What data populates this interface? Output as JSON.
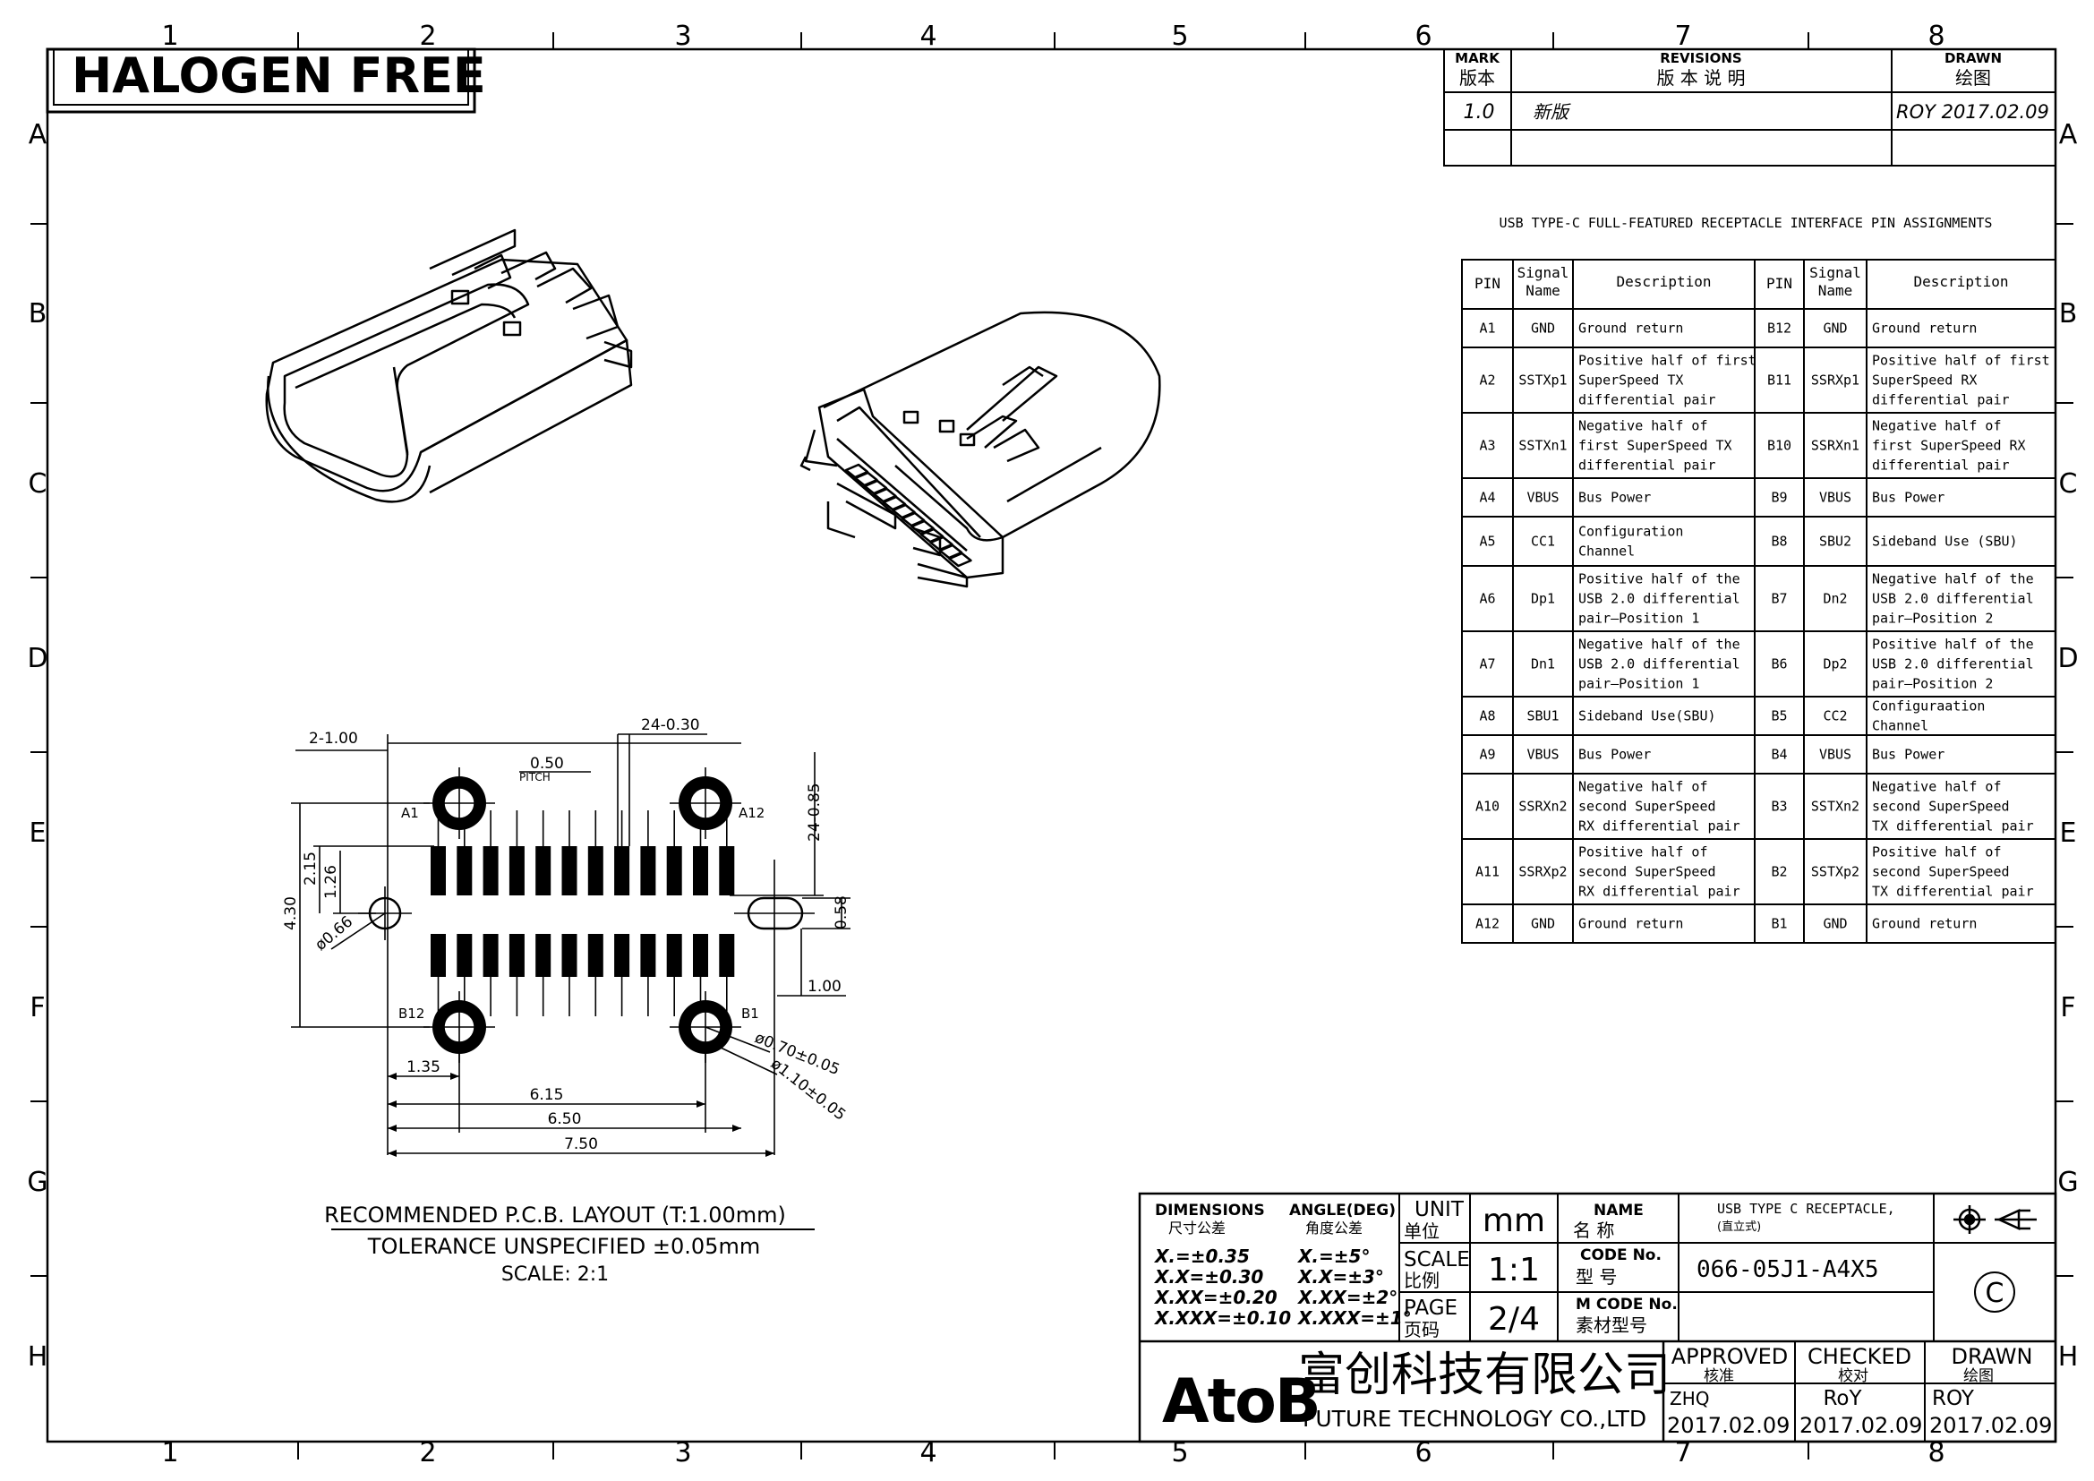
{
  "border": {
    "columns": [
      "1",
      "2",
      "3",
      "4",
      "5",
      "6",
      "7",
      "8"
    ],
    "rows": [
      "A",
      "B",
      "C",
      "D",
      "E",
      "F",
      "G",
      "H"
    ]
  },
  "halogen_label": "HALOGEN FREE",
  "revisions": {
    "mark_en": "MARK",
    "mark_cn": "版本",
    "rev_en": "REVISIONS",
    "rev_cn": "版  本  说  明",
    "drawn_en": "DRAWN",
    "drawn_cn": "绘图",
    "row_mark": "1.0",
    "row_desc": "新版",
    "row_drawn": "ROY  2017.02.09"
  },
  "pin_table": {
    "title": "USB TYPE-C FULL-FEATURED RECEPTACLE INTERFACE PIN ASSIGNMENTS",
    "headers": {
      "pin": "PIN",
      "signal": [
        "Signal",
        "Name"
      ],
      "desc": "Description"
    },
    "rows": [
      {
        "a_pin": "A1",
        "a_sig": "GND",
        "a_desc": [
          "Ground return"
        ],
        "b_pin": "B12",
        "b_sig": "GND",
        "b_desc": [
          "Ground return"
        ]
      },
      {
        "a_pin": "A2",
        "a_sig": "SSTXp1",
        "a_desc": [
          "Positive half of first",
          "SuperSpeed TX",
          "differential pair"
        ],
        "b_pin": "B11",
        "b_sig": "SSRXp1",
        "b_desc": [
          "Positive half of first",
          "SuperSpeed RX",
          "differential pair"
        ]
      },
      {
        "a_pin": "A3",
        "a_sig": "SSTXn1",
        "a_desc": [
          "Negative half of",
          "first SuperSpeed TX",
          "differential pair"
        ],
        "b_pin": "B10",
        "b_sig": "SSRXn1",
        "b_desc": [
          "Negative half of",
          "first SuperSpeed RX",
          "differential pair"
        ]
      },
      {
        "a_pin": "A4",
        "a_sig": "VBUS",
        "a_desc": [
          "Bus Power"
        ],
        "b_pin": "B9",
        "b_sig": "VBUS",
        "b_desc": [
          "Bus Power"
        ]
      },
      {
        "a_pin": "A5",
        "a_sig": "CC1",
        "a_desc": [
          "Configuration",
          "Channel"
        ],
        "b_pin": "B8",
        "b_sig": "SBU2",
        "b_desc": [
          "Sideband Use (SBU)"
        ]
      },
      {
        "a_pin": "A6",
        "a_sig": "Dp1",
        "a_desc": [
          "Positive half of the",
          "USB 2.0 differential",
          "pair—Position 1"
        ],
        "b_pin": "B7",
        "b_sig": "Dn2",
        "b_desc": [
          "Negative half of the",
          "USB 2.0 differential",
          "pair—Position 2"
        ]
      },
      {
        "a_pin": "A7",
        "a_sig": "Dn1",
        "a_desc": [
          "Negative half of the",
          "USB 2.0 differential",
          "pair—Position 1"
        ],
        "b_pin": "B6",
        "b_sig": "Dp2",
        "b_desc": [
          "Positive half of the",
          "USB 2.0 differential",
          "pair—Position 2"
        ]
      },
      {
        "a_pin": "A8",
        "a_sig": "SBU1",
        "a_desc": [
          "Sideband Use(SBU)"
        ],
        "b_pin": "B5",
        "b_sig": "CC2",
        "b_desc": [
          "Configuraation",
          "Channel"
        ]
      },
      {
        "a_pin": "A9",
        "a_sig": "VBUS",
        "a_desc": [
          "Bus Power"
        ],
        "b_pin": "B4",
        "b_sig": "VBUS",
        "b_desc": [
          "Bus Power"
        ]
      },
      {
        "a_pin": "A10",
        "a_sig": "SSRXn2",
        "a_desc": [
          "Negative half of",
          "second SuperSpeed",
          "RX differential pair"
        ],
        "b_pin": "B3",
        "b_sig": "SSTXn2",
        "b_desc": [
          "Negative half of",
          "second SuperSpeed",
          "TX differential pair"
        ]
      },
      {
        "a_pin": "A11",
        "a_sig": "SSRXp2",
        "a_desc": [
          "Positive half of",
          "second SuperSpeed",
          "RX differential pair"
        ],
        "b_pin": "B2",
        "b_sig": "SSTXp2",
        "b_desc": [
          "Positive half of",
          "second SuperSpeed",
          "TX differential pair"
        ]
      },
      {
        "a_pin": "A12",
        "a_sig": "GND",
        "a_desc": [
          "Ground return"
        ],
        "b_pin": "B1",
        "b_sig": "GND",
        "b_desc": [
          "Ground return"
        ]
      }
    ]
  },
  "layout": {
    "dim_2x100": "2-1.00",
    "dim_24x030": "24-0.30",
    "dim_pitch_val": "0.50",
    "dim_pitch_label": "PITCH",
    "dim_24x085": "24-0.85",
    "dim_215": "2.15",
    "dim_126": "1.26",
    "dim_430": "4.30",
    "dim_066": "ø0.66",
    "dim_058": "0.58",
    "dim_100": "1.00",
    "dim_135": "1.35",
    "dim_615": "6.15",
    "dim_650": "6.50",
    "dim_750": "7.50",
    "dim_070": "ø0.70±0.05",
    "dim_110": "ø1.10±0.05",
    "label_a1": "A1",
    "label_a12": "A12",
    "label_b12": "B12",
    "label_b1": "B1",
    "caption_title": "RECOMMENDED   P.C.B.  LAYOUT  (T:1.00mm)",
    "caption_tol": "TOLERANCE  UNSPECIFIED  ±0.05mm",
    "caption_scale": "SCALE:  2:1"
  },
  "title_block": {
    "dims_en": "DIMENSIONS",
    "dims_cn": "尺寸公差",
    "angle_en": "ANGLE(DEG)",
    "angle_cn": "角度公差",
    "tol": [
      "X.=±0.35",
      "X.X=±0.30",
      "X.XX=±0.20",
      "X.XXX=±0.10"
    ],
    "angles": [
      "X.=±5°",
      "X.X=±3°",
      "X.XX=±2°",
      "X.XXX=±1°"
    ],
    "unit_en": "UNIT",
    "unit_cn": "单位",
    "unit_val": "mm",
    "scale_en": "SCALE",
    "scale_cn": "比例",
    "scale_val": "1:1",
    "page_en": "PAGE",
    "page_cn": "页码",
    "page_val": "2/4",
    "name_en": "NAME",
    "name_cn": "名   称",
    "name_val": "USB TYPE C RECEPTACLE,",
    "name_val2": "(直立式)",
    "code_en": "CODE No.",
    "code_cn": "型   号",
    "code_val": "066-05J1-A4X5",
    "mcode_en": "M CODE No.",
    "mcode_cn": "素材型号",
    "copyright": "C",
    "company_logo": "AtoB",
    "company_cn": "富创科技有限公司",
    "company_en": "FUTURE  TECHNOLOGY  CO.,LTD",
    "approved_en": "APPROVED",
    "approved_cn": "核准",
    "approved_name": "ZHQ",
    "approved_date": "2017.02.09",
    "checked_en": "CHECKED",
    "checked_cn": "校对",
    "checked_name": "RoY",
    "checked_date": "2017.02.09",
    "drawn_en": "DRAWN",
    "drawn_cn": "绘图",
    "drawn_name": "ROY",
    "drawn_date": "2017.02.09"
  }
}
